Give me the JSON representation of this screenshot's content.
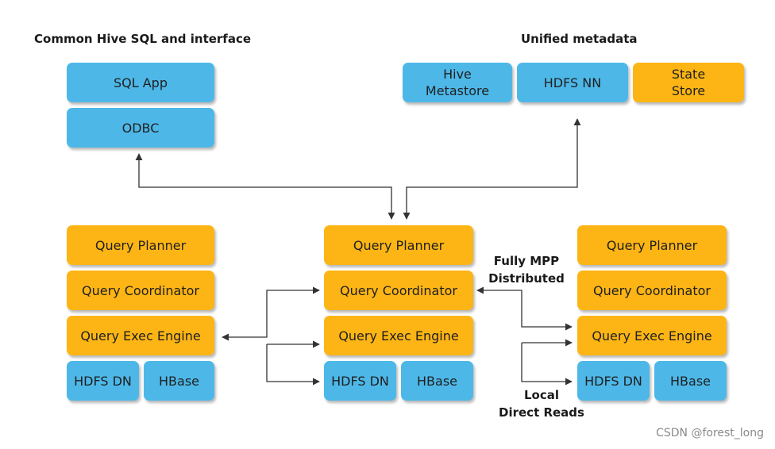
{
  "headings": {
    "left": "Common Hive SQL and interface",
    "right": "Unified metadata"
  },
  "interface": {
    "sql_app": "SQL App",
    "odbc": "ODBC"
  },
  "metadata": {
    "hive_metastore": "Hive\nMetastore",
    "hdfs_nn": "HDFS NN",
    "state_store": "State\nStore"
  },
  "nodes": [
    {
      "query_planner": "Query Planner",
      "query_coordinator": "Query Coordinator",
      "query_exec_engine": "Query Exec Engine",
      "hdfs_dn": "HDFS DN",
      "hbase": "HBase"
    },
    {
      "query_planner": "Query Planner",
      "query_coordinator": "Query Coordinator",
      "query_exec_engine": "Query Exec Engine",
      "hdfs_dn": "HDFS DN",
      "hbase": "HBase"
    },
    {
      "query_planner": "Query Planner",
      "query_coordinator": "Query Coordinator",
      "query_exec_engine": "Query Exec Engine",
      "hdfs_dn": "HDFS DN",
      "hbase": "HBase"
    }
  ],
  "annotations": {
    "fully_mpp": "Fully MPP\nDistributed",
    "local_reads": "Local\nDirect Reads"
  },
  "watermark": "CSDN @forest_long",
  "colors": {
    "blue": "#4db8e8",
    "orange": "#fdb515",
    "line": "#333333"
  }
}
